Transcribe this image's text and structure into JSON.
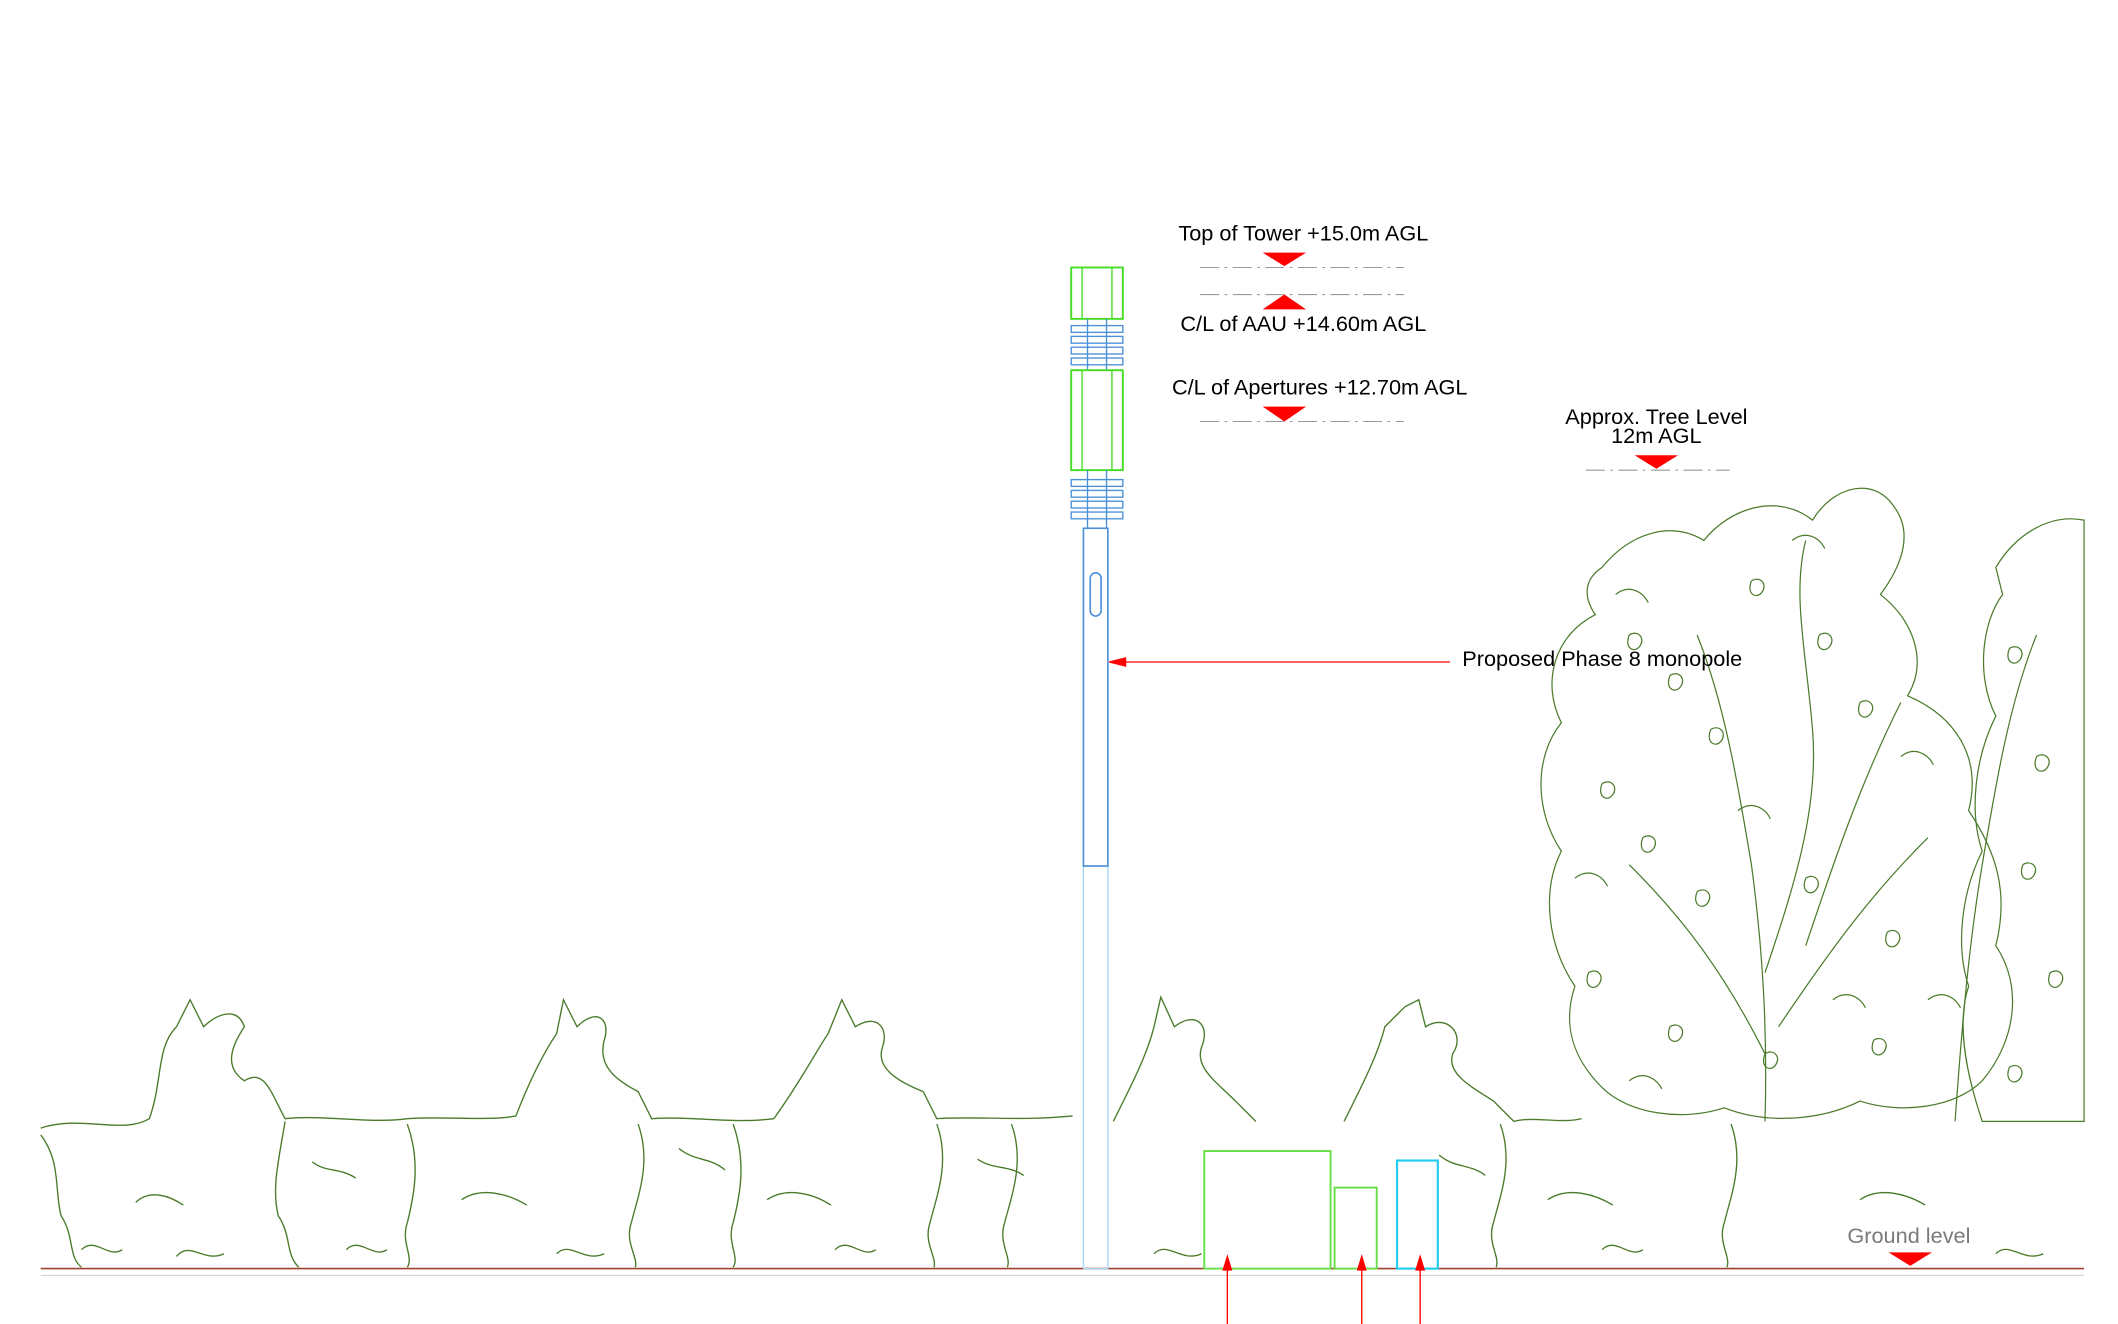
{
  "labels": {
    "top_of_tower": "Top of Tower +15.0m AGL",
    "cl_aau": "C/L of AAU +14.60m AGL",
    "cl_apertures": "C/L of Apertures +12.70m AGL",
    "tree_level_line1": "Approx. Tree Level",
    "tree_level_line2": "12m AGL",
    "monopole_callout": "Proposed Phase 8 monopole",
    "ground_level": "Ground level"
  },
  "colors": {
    "level_marker": "#ff0000",
    "leader_line": "#ff0000",
    "vegetation": "#4a7a2a",
    "monopole": "#4a90d9",
    "antenna": "#44dd22",
    "cabinet_green": "#66dd44",
    "cabinet_cyan": "#22ccee",
    "ground_line": "#a04030"
  }
}
